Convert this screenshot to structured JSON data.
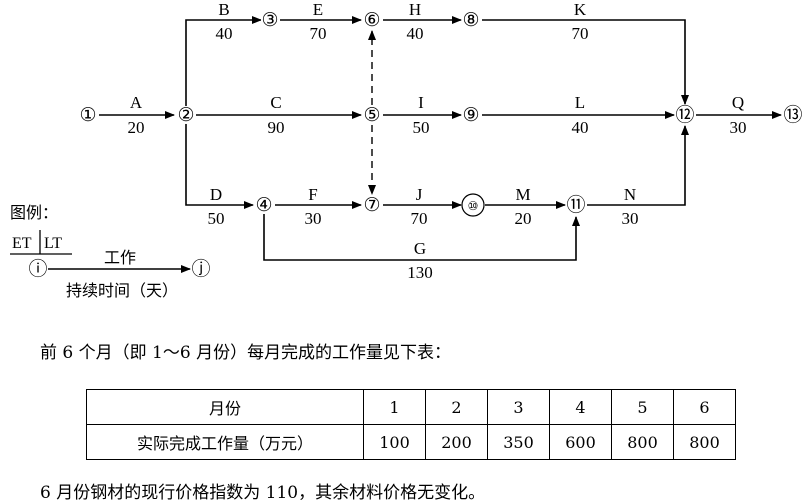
{
  "diagram": {
    "nodes": [
      {
        "id": "n1",
        "label": "①"
      },
      {
        "id": "n2",
        "label": "②"
      },
      {
        "id": "n3",
        "label": "③"
      },
      {
        "id": "n4",
        "label": "④"
      },
      {
        "id": "n5",
        "label": "⑤"
      },
      {
        "id": "n6",
        "label": "⑥"
      },
      {
        "id": "n7",
        "label": "⑦"
      },
      {
        "id": "n8",
        "label": "⑧"
      },
      {
        "id": "n9",
        "label": "⑨"
      },
      {
        "id": "n10",
        "label": "⑩"
      },
      {
        "id": "n11",
        "label": "⑪"
      },
      {
        "id": "n12",
        "label": "⑫"
      },
      {
        "id": "n13",
        "label": "⑬"
      }
    ],
    "activities": [
      {
        "name": "A",
        "duration": "20",
        "from": "n1",
        "to": "n2"
      },
      {
        "name": "B",
        "duration": "40",
        "from": "n2",
        "to": "n3"
      },
      {
        "name": "C",
        "duration": "90",
        "from": "n2",
        "to": "n5"
      },
      {
        "name": "D",
        "duration": "50",
        "from": "n2",
        "to": "n4"
      },
      {
        "name": "E",
        "duration": "70",
        "from": "n3",
        "to": "n6"
      },
      {
        "name": "F",
        "duration": "30",
        "from": "n4",
        "to": "n7"
      },
      {
        "name": "G",
        "duration": "130",
        "from": "n4",
        "to": "n11"
      },
      {
        "name": "H",
        "duration": "40",
        "from": "n6",
        "to": "n8"
      },
      {
        "name": "I",
        "duration": "50",
        "from": "n5",
        "to": "n9"
      },
      {
        "name": "J",
        "duration": "70",
        "from": "n7",
        "to": "n10"
      },
      {
        "name": "K",
        "duration": "70",
        "from": "n8",
        "to": "n12"
      },
      {
        "name": "L",
        "duration": "40",
        "from": "n9",
        "to": "n12"
      },
      {
        "name": "M",
        "duration": "20",
        "from": "n10",
        "to": "n11"
      },
      {
        "name": "N",
        "duration": "30",
        "from": "n11",
        "to": "n12"
      },
      {
        "name": "Q",
        "duration": "30",
        "from": "n12",
        "to": "n13"
      }
    ],
    "dummies": [
      {
        "from": "n5",
        "to": "n6"
      },
      {
        "from": "n5",
        "to": "n7"
      }
    ]
  },
  "legend": {
    "title": "图例：",
    "et": "ET",
    "lt": "LT",
    "node_i": "ⓘ",
    "node_j": "ⓙ",
    "work": "工作",
    "duration": "持续时间（天）"
  },
  "intro_text": "前 6 个月（即 1～6 月份）每月完成的工作量见下表：",
  "table": {
    "header_label": "月份",
    "months": [
      "1",
      "2",
      "3",
      "4",
      "5",
      "6"
    ],
    "row_label": "实际完成工作量（万元）",
    "values": [
      "100",
      "200",
      "350",
      "600",
      "800",
      "800"
    ]
  },
  "note": "6 月份钢材的现行价格指数为 110，其余材料价格无变化。"
}
